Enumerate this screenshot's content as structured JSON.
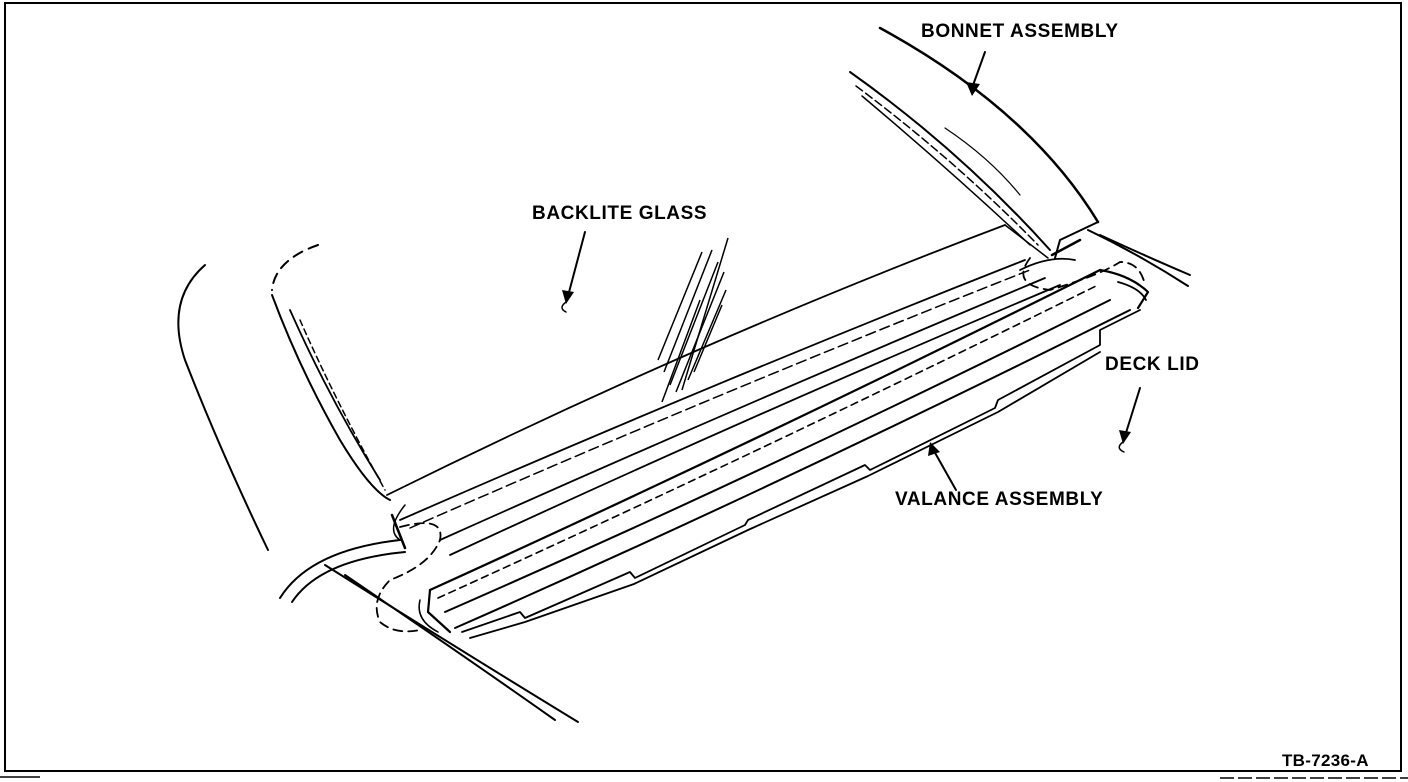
{
  "labels": {
    "bonnet": "BONNET ASSEMBLY",
    "backlite": "BACKLITE GLASS",
    "deck_lid": "DECK LID",
    "valance": "VALANCE ASSEMBLY"
  },
  "figure_number": "TB-7236-A",
  "colors": {
    "ink": "#000000",
    "paper": "#ffffff"
  }
}
